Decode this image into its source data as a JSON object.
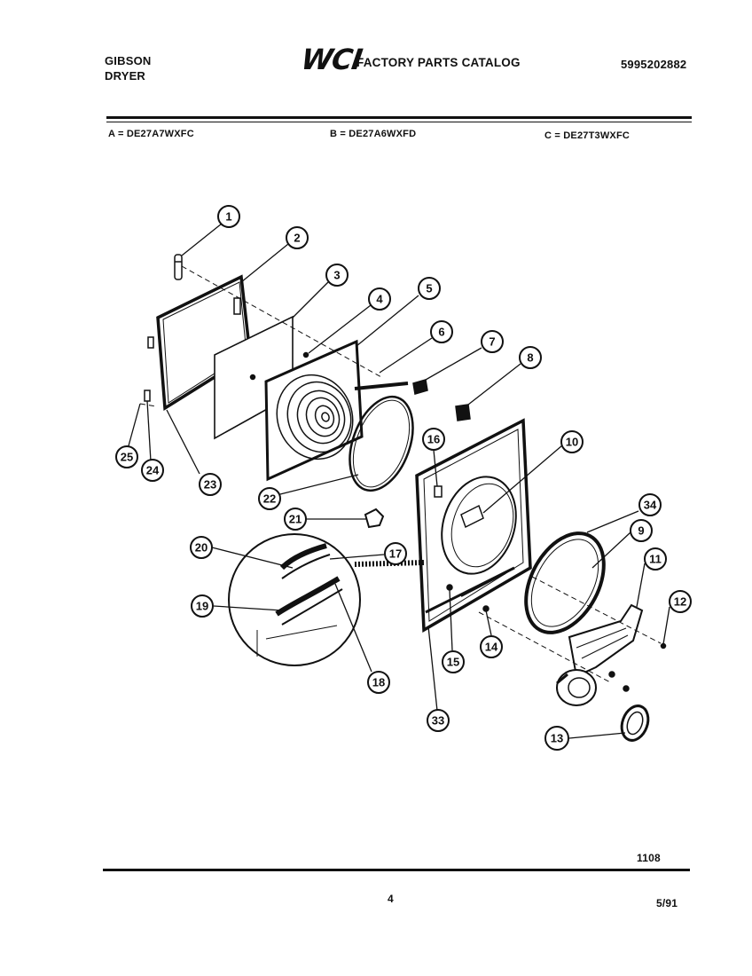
{
  "header": {
    "brand_line1": "GIBSON",
    "brand_line2": "DRYER",
    "logo": "WCI",
    "catalog_title": "FACTORY PARTS CATALOG",
    "catalog_number": "5995202882"
  },
  "models": {
    "a": "A = DE27A7WXFC",
    "b": "B = DE27A6WXFD",
    "c": "C = DE27T3WXFC"
  },
  "callouts": [
    "1",
    "2",
    "3",
    "4",
    "5",
    "6",
    "7",
    "8",
    "9",
    "10",
    "11",
    "12",
    "13",
    "14",
    "15",
    "16",
    "17",
    "18",
    "19",
    "20",
    "21",
    "22",
    "23",
    "24",
    "25",
    "33",
    "34",
    "9",
    "18"
  ],
  "footer": {
    "figure_number": "1108",
    "page_number": "4",
    "date": "5/91"
  }
}
